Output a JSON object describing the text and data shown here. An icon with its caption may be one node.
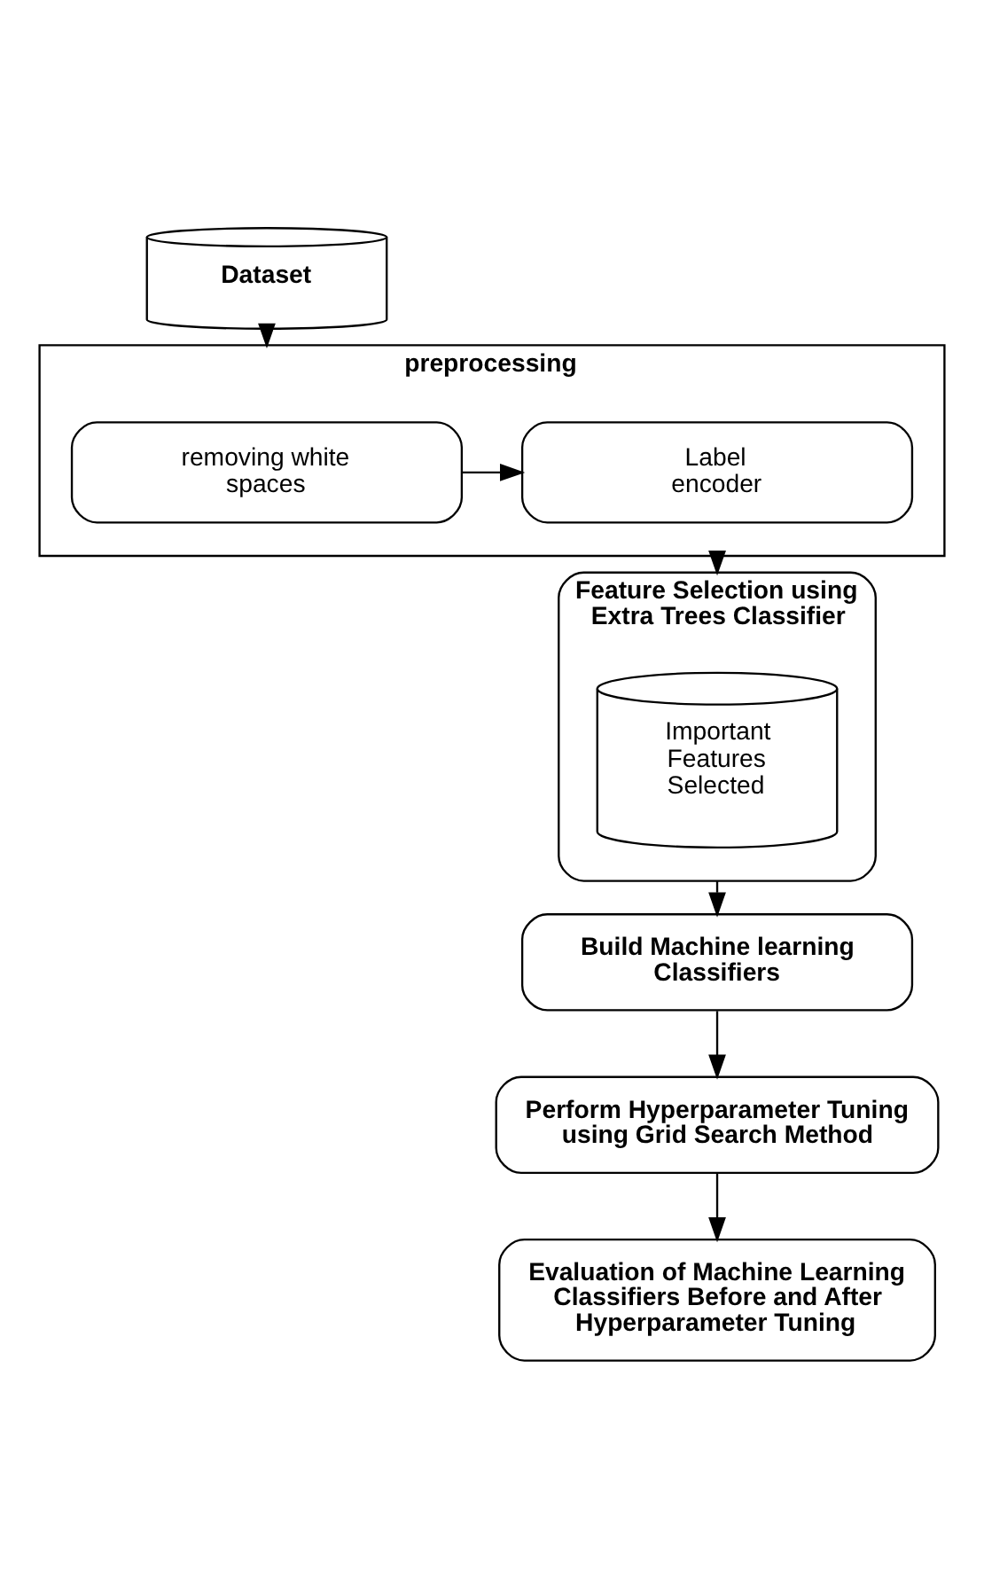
{
  "diagram": {
    "nodes": [
      {
        "text": [
          "Dataset"
        ]
      },
      {
        "text": [
          "preprocessing"
        ]
      },
      {
        "text": [
          "removing white spaces"
        ],
        "in": 1
      },
      {
        "text": [
          "Label encoder"
        ],
        "in": 1
      },
      {
        "text": [
          "Feature Selection using Extra Trees Classifier"
        ]
      },
      {
        "text": [
          "Important Features Selected"
        ],
        "in": 4
      },
      {
        "text": [
          "Build Machine learning Classifiers"
        ]
      },
      {
        "text": [
          "Perform Hyperparameter Tuning using Grid Search Method"
        ]
      },
      {
        "text": [
          "Evaluation of Machine Learning Classifiers Before and After Hyperparameter Tuning"
        ]
      }
    ],
    "edges": [
      {
        "from": 0,
        "to": 1,
        "arrow": "to"
      },
      {
        "from": 2,
        "to": 3,
        "arrow": "to"
      },
      {
        "from": 1,
        "to": 4,
        "arrow": "to"
      },
      {
        "from": 4,
        "to": 6,
        "arrow": "to"
      },
      {
        "from": 6,
        "to": 7,
        "arrow": "to"
      },
      {
        "from": 7,
        "to": 8,
        "arrow": "to"
      }
    ]
  }
}
